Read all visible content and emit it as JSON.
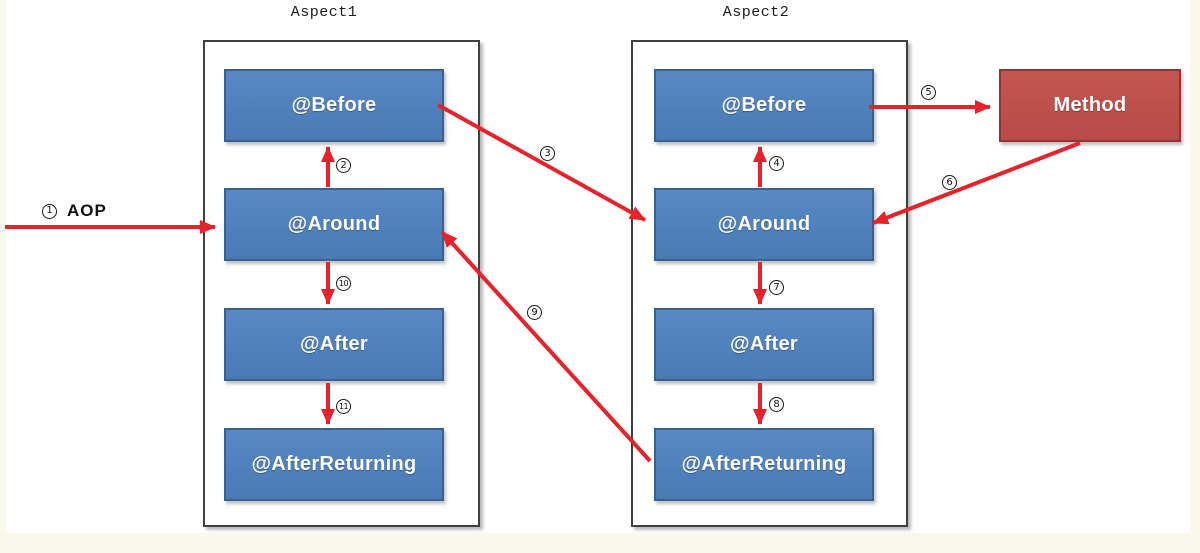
{
  "colors": {
    "page_bg": "#faf8eb",
    "canvas_bg": "#ffffff",
    "container_border": "#404040",
    "blue_fill": "#4f81bd",
    "blue_border": "#3a618e",
    "red_fill": "#c0504d",
    "red_border": "#8e3634",
    "arrow_red": "#e8222a"
  },
  "aspect1": {
    "title": "Aspect1",
    "boxes": [
      {
        "label": "@Before"
      },
      {
        "label": "@Around"
      },
      {
        "label": "@After"
      },
      {
        "label": "@AfterReturning"
      }
    ]
  },
  "aspect2": {
    "title": "Aspect2",
    "boxes": [
      {
        "label": "@Before"
      },
      {
        "label": "@Around"
      },
      {
        "label": "@After"
      },
      {
        "label": "@AfterReturning"
      }
    ]
  },
  "method": {
    "label": "Method"
  },
  "flow": {
    "entry_text": "AOP",
    "arrows": [
      {
        "number": "1",
        "from": "entry",
        "to": "aspect1 @Around"
      },
      {
        "number": "2",
        "from": "aspect1 @Around",
        "to": "aspect1 @Before"
      },
      {
        "number": "3",
        "from": "aspect1 @Before",
        "to": "aspect2 @Around"
      },
      {
        "number": "4",
        "from": "aspect2 @Around",
        "to": "aspect2 @Before"
      },
      {
        "number": "5",
        "from": "aspect2 @Before",
        "to": "Method"
      },
      {
        "number": "6",
        "from": "Method",
        "to": "aspect2 @Around"
      },
      {
        "number": "7",
        "from": "aspect2 @Around",
        "to": "aspect2 @After"
      },
      {
        "number": "8",
        "from": "aspect2 @After",
        "to": "aspect2 @AfterReturning"
      },
      {
        "number": "9",
        "from": "aspect2 @AfterReturning",
        "to": "aspect1 @Around"
      },
      {
        "number": "10",
        "from": "aspect1 @Around",
        "to": "aspect1 @After"
      },
      {
        "number": "11",
        "from": "aspect1 @After",
        "to": "aspect1 @AfterReturning"
      }
    ]
  }
}
